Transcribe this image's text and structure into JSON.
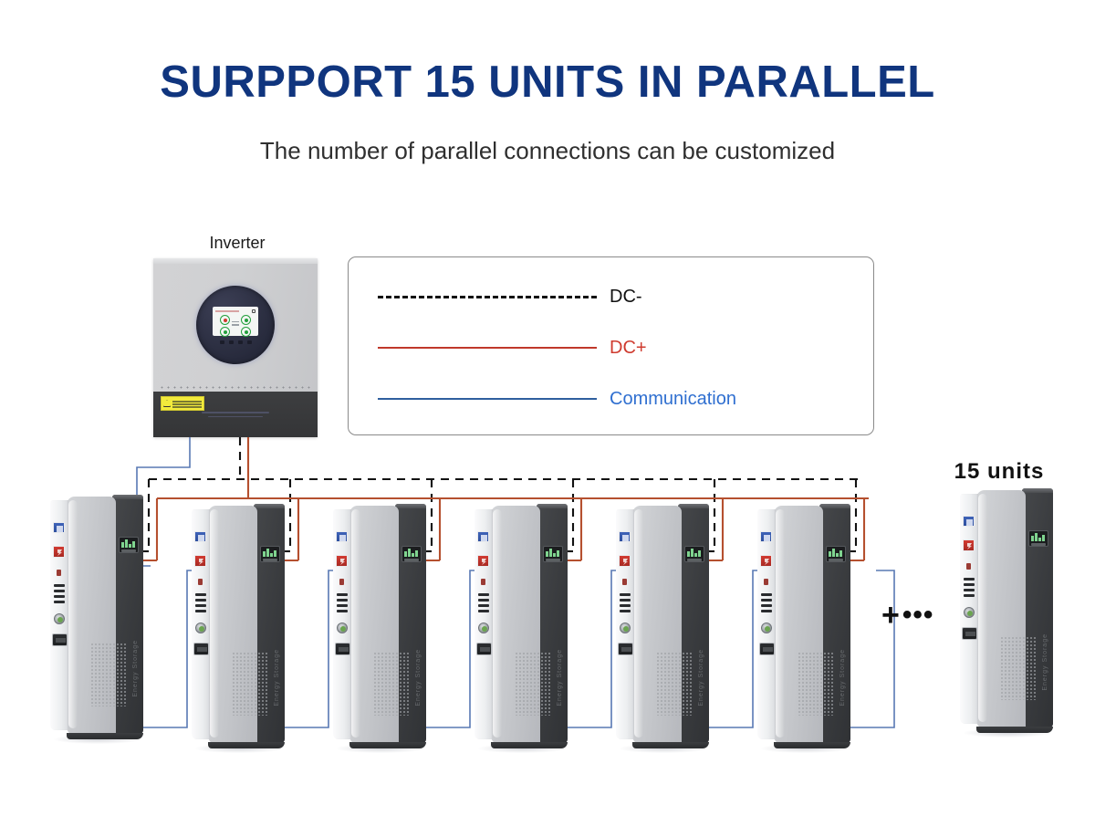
{
  "header": {
    "title": "SURPPORT 15 UNITS IN PARALLEL",
    "subtitle": "The number of parallel connections can be customized",
    "title_color": "#10357e",
    "subtitle_color": "#2f2f2f"
  },
  "inverter": {
    "label": "Inverter"
  },
  "legend": {
    "items": [
      {
        "label": "DC-",
        "style": "dashed",
        "color": "#121212",
        "text_color": "#111111"
      },
      {
        "label": "DC+",
        "style": "solid",
        "color": "#c0392b",
        "text_color": "#cf3b2f"
      },
      {
        "label": "Communication",
        "style": "solid",
        "color": "#2f5f9e",
        "text_color": "#2f6fd0"
      }
    ]
  },
  "units_marker": {
    "count_label": "15 units",
    "plus": "+",
    "ellipsis": "•••"
  },
  "battery_units": {
    "chain_count": 6,
    "brand_text": "Energy Storage",
    "units": [
      {
        "index": 1
      },
      {
        "index": 2
      },
      {
        "index": 3
      },
      {
        "index": 4
      },
      {
        "index": 5
      },
      {
        "index": 6
      },
      {
        "index": 15
      }
    ]
  },
  "wiring": {
    "dc_minus_color": "#121212",
    "dc_plus_color": "#b5502f",
    "comm_color": "#5878b4"
  }
}
